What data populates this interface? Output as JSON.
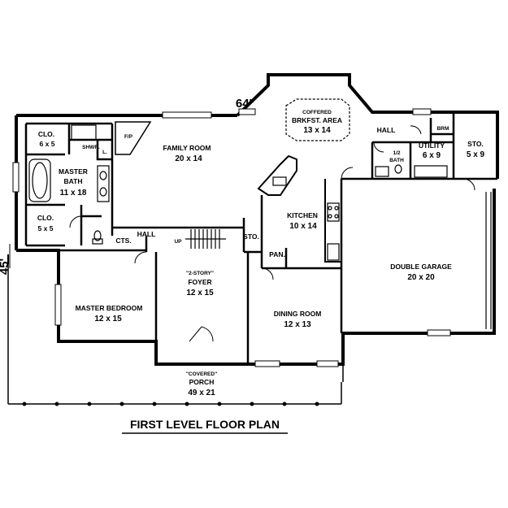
{
  "overall": {
    "width": "64'",
    "depth": "45'"
  },
  "title": "FIRST LEVEL FLOOR PLAN",
  "rooms": {
    "closet_top": {
      "name": "CLO.",
      "size": "6 x 5"
    },
    "shower": "SHWR.",
    "linen": "L.",
    "fireplace": "F/P",
    "master_bath": {
      "name": "MASTER BATH",
      "name1": "MASTER",
      "name2": "BATH",
      "size": "11 x 18"
    },
    "closet_bottom": {
      "name": "CLO.",
      "size": "5 x 5"
    },
    "family_room": {
      "name": "FAMILY ROOM",
      "size": "20 x 14"
    },
    "breakfast": {
      "note": "COFFERED",
      "name": "BRKFST. AREA",
      "size": "13 x 14"
    },
    "hall_top": "HALL",
    "brm": "BRM",
    "half_bath": {
      "name1": "1/2",
      "name2": "BATH"
    },
    "utility": {
      "name": "UTILITY",
      "size": "6 x 9"
    },
    "storage_top": {
      "name": "STO.",
      "size": "5 x 9"
    },
    "kitchen": {
      "name": "KITCHEN",
      "size": "10 x 14"
    },
    "cts": "CTS.",
    "hall_mid": "HALL",
    "stair_up": "UP",
    "storage_mid": "STO.",
    "pantry": "PAN.",
    "foyer": {
      "note": "\"2-STORY\"",
      "name": "FOYER",
      "size": "12 x 15"
    },
    "master_bedroom": {
      "name": "MASTER BEDROOM",
      "size": "12 x 15"
    },
    "dining": {
      "name": "DINING ROOM",
      "size": "12 x 13"
    },
    "garage": {
      "name": "DOUBLE GARAGE",
      "size": "20 x 20"
    },
    "porch": {
      "note": "\"COVERED\"",
      "name": "PORCH",
      "size": "49 x 21"
    }
  }
}
